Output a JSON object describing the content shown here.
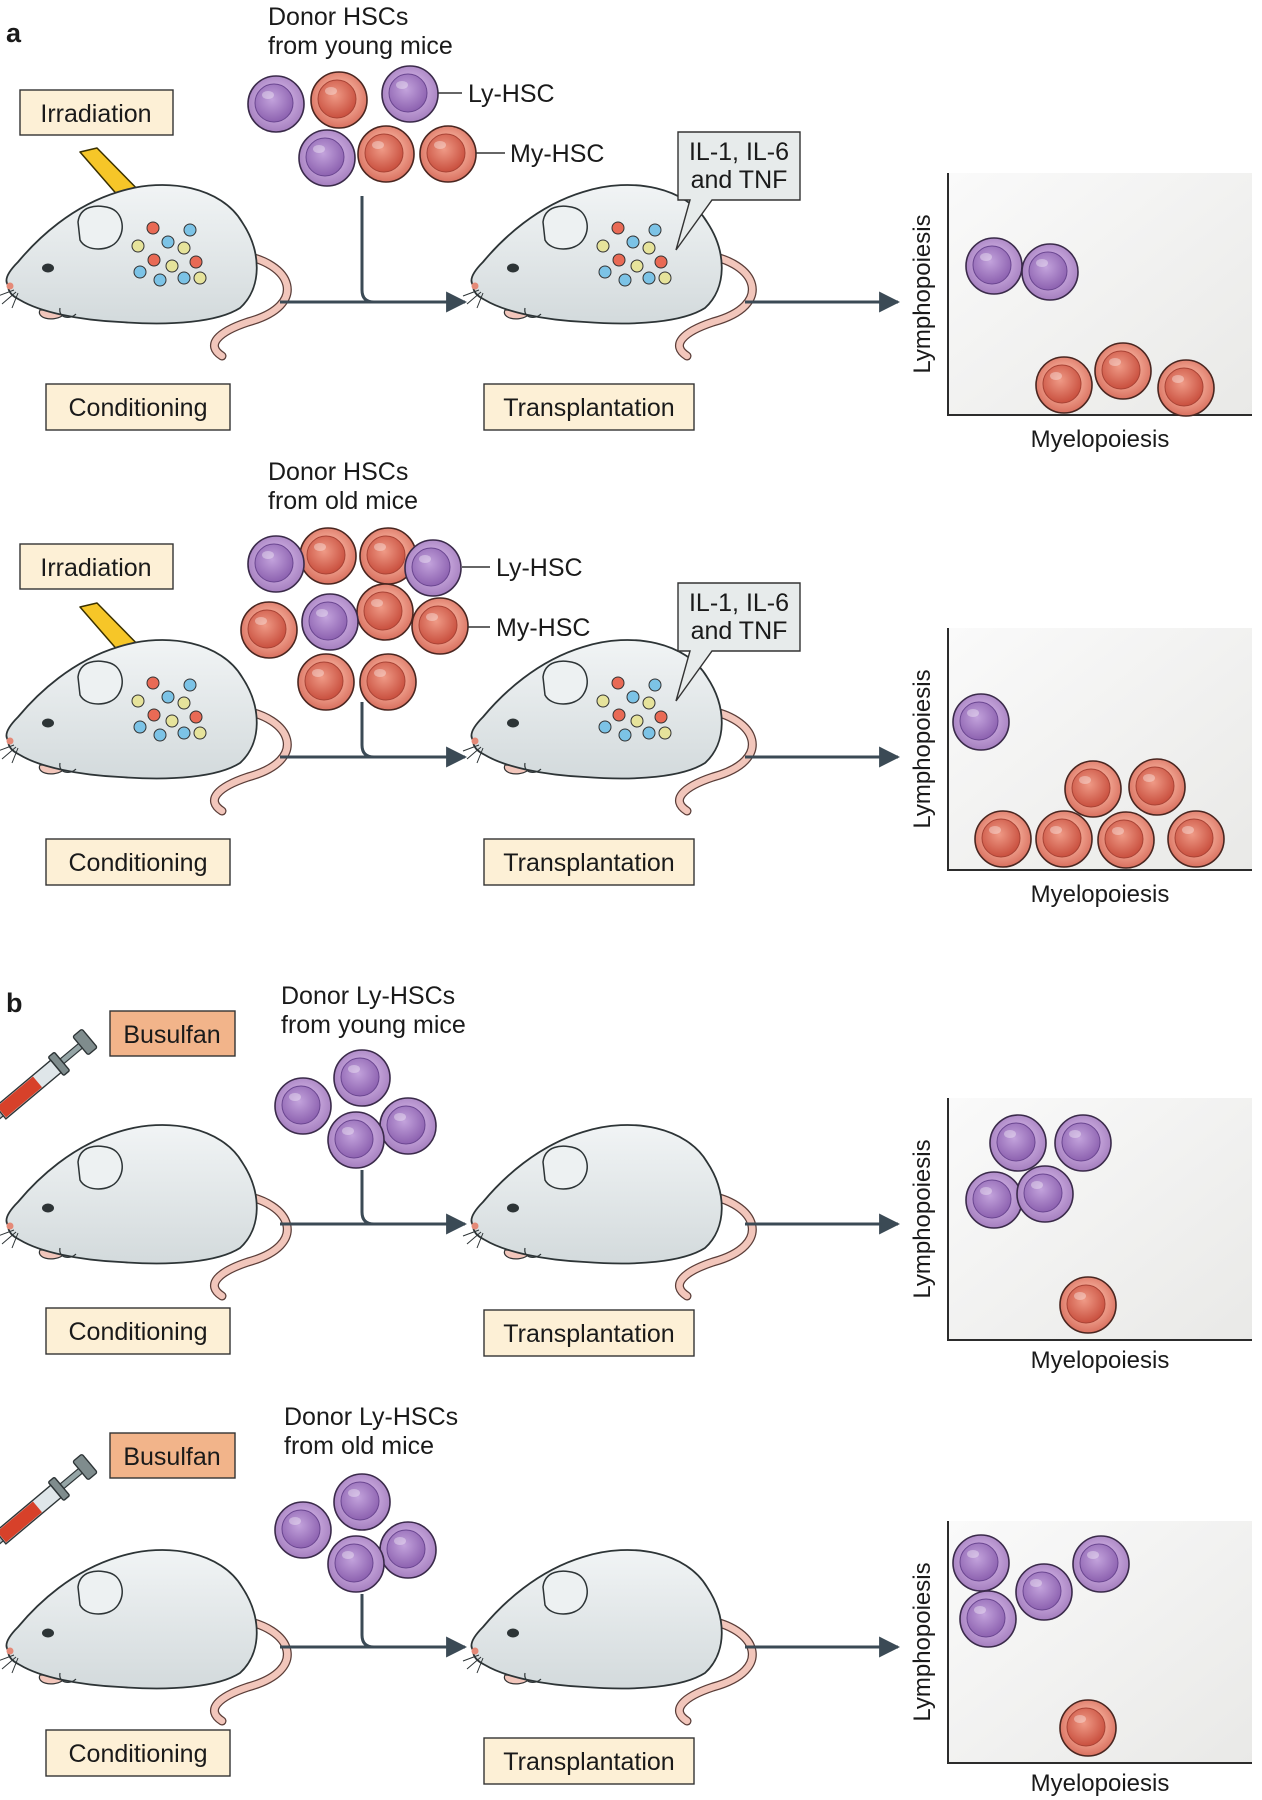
{
  "panel_a": {
    "letter": "a",
    "young": {
      "donor_line1": "Donor HSCs",
      "donor_line2": "from young mice",
      "ly_label": "Ly-HSC",
      "my_label": "My-HSC",
      "conditioning_agent": "Irradiation",
      "conditioning_label": "Conditioning",
      "transplant_label": "Transplantation",
      "cytokine_line1": "IL-1, IL-6",
      "cytokine_line2": "and TNF",
      "plot": {
        "y_label": "Lymphopoiesis",
        "x_label": "Myelopoiesis",
        "lymphoid_cells": 2,
        "myeloid_cells": 3
      }
    },
    "old": {
      "donor_line1": "Donor HSCs",
      "donor_line2": "from old mice",
      "ly_label": "Ly-HSC",
      "my_label": "My-HSC",
      "conditioning_agent": "Irradiation",
      "conditioning_label": "Conditioning",
      "transplant_label": "Transplantation",
      "cytokine_line1": "IL-1, IL-6",
      "cytokine_line2": "and TNF",
      "plot": {
        "y_label": "Lymphopoiesis",
        "x_label": "Myelopoiesis",
        "lymphoid_cells": 1,
        "myeloid_cells": 6
      }
    }
  },
  "panel_b": {
    "letter": "b",
    "young": {
      "donor_line1": "Donor Ly-HSCs",
      "donor_line2": "from young mice",
      "conditioning_agent": "Busulfan",
      "conditioning_label": "Conditioning",
      "transplant_label": "Transplantation",
      "plot": {
        "y_label": "Lymphopoiesis",
        "x_label": "Myelopoiesis",
        "lymphoid_cells": 4,
        "myeloid_cells": 1
      }
    },
    "old": {
      "donor_line1": "Donor Ly-HSCs",
      "donor_line2": "from old mice",
      "conditioning_agent": "Busulfan",
      "conditioning_label": "Conditioning",
      "transplant_label": "Transplantation",
      "plot": {
        "y_label": "Lymphopoiesis",
        "x_label": "Myelopoiesis",
        "lymphoid_cells": 4,
        "myeloid_cells": 1
      }
    }
  },
  "colors": {
    "ly_hsc": "#b58fcb",
    "my_hsc": "#e58a78",
    "mouse_body": "#e4e9ea",
    "mouse_tail": "#f2c6bb",
    "lightning": "#f6c628",
    "arrow": "#3b4a55",
    "label_box": "#fdf0d6",
    "busulfan_box": "#f2b48a",
    "callout": "#e7ebeb",
    "marrow_dots": [
      "#e96a55",
      "#7cc3e6",
      "#e6e39b"
    ]
  },
  "icons": [
    "lightning-icon",
    "syringe-icon",
    "mouse-icon",
    "ly-hsc-cell-icon",
    "my-hsc-cell-icon"
  ]
}
